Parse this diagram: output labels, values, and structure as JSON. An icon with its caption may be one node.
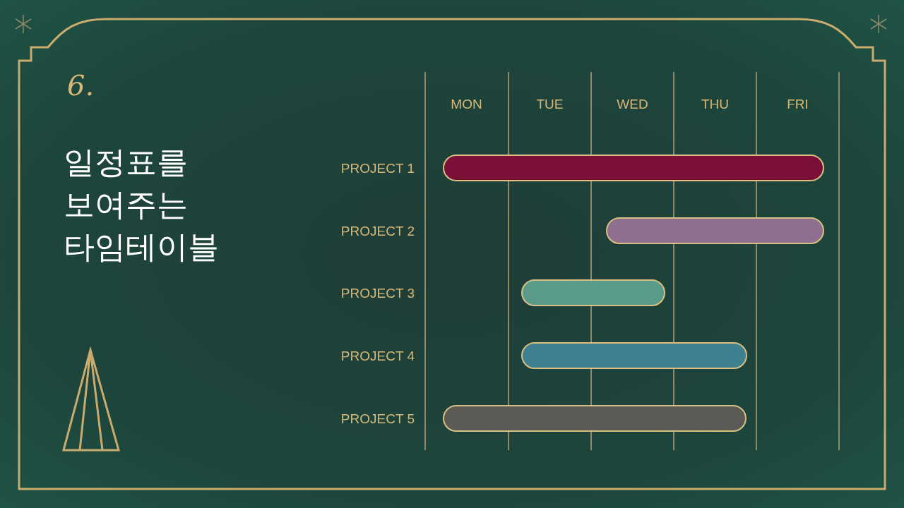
{
  "diagram": {
    "title": "일정표를 보여주는 타임테이블",
    "nodes": [
      {
        "text": [],
        "shape": "bar"
      },
      {
        "text": [],
        "shape": "bar"
      },
      {
        "text": [],
        "shape": "bar"
      },
      {
        "text": [],
        "shape": "bar"
      },
      {
        "text": [],
        "shape": "bar"
      }
    ],
    "labels": [
      "6.",
      "MON",
      "TUE",
      "WED",
      "THU",
      "FRI",
      "PROJECT 1",
      "PROJECT 2",
      "PROJECT 3",
      "PROJECT 4",
      "PROJECT 5"
    ]
  }
}
